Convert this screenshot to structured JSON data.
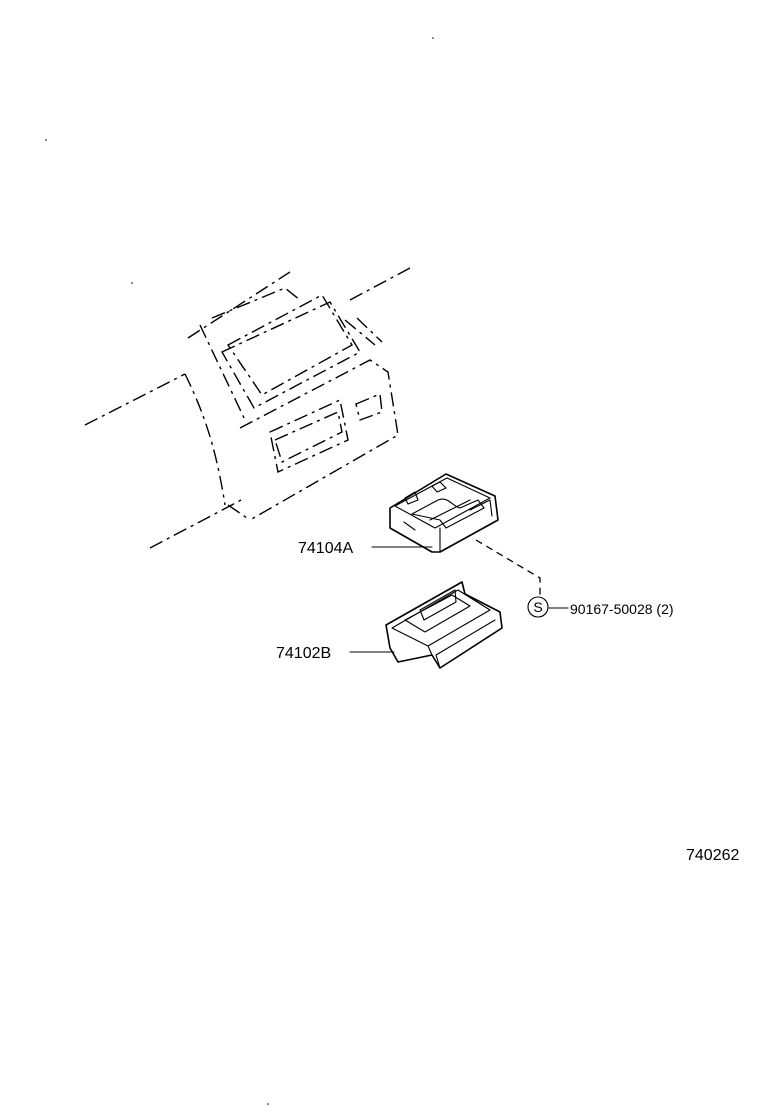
{
  "parts": {
    "bracket_label": "74104A",
    "ashtray_label": "74102B",
    "screw_symbol": "S",
    "screw_label": "90167-50028 (2)"
  },
  "figure_code": "740262"
}
